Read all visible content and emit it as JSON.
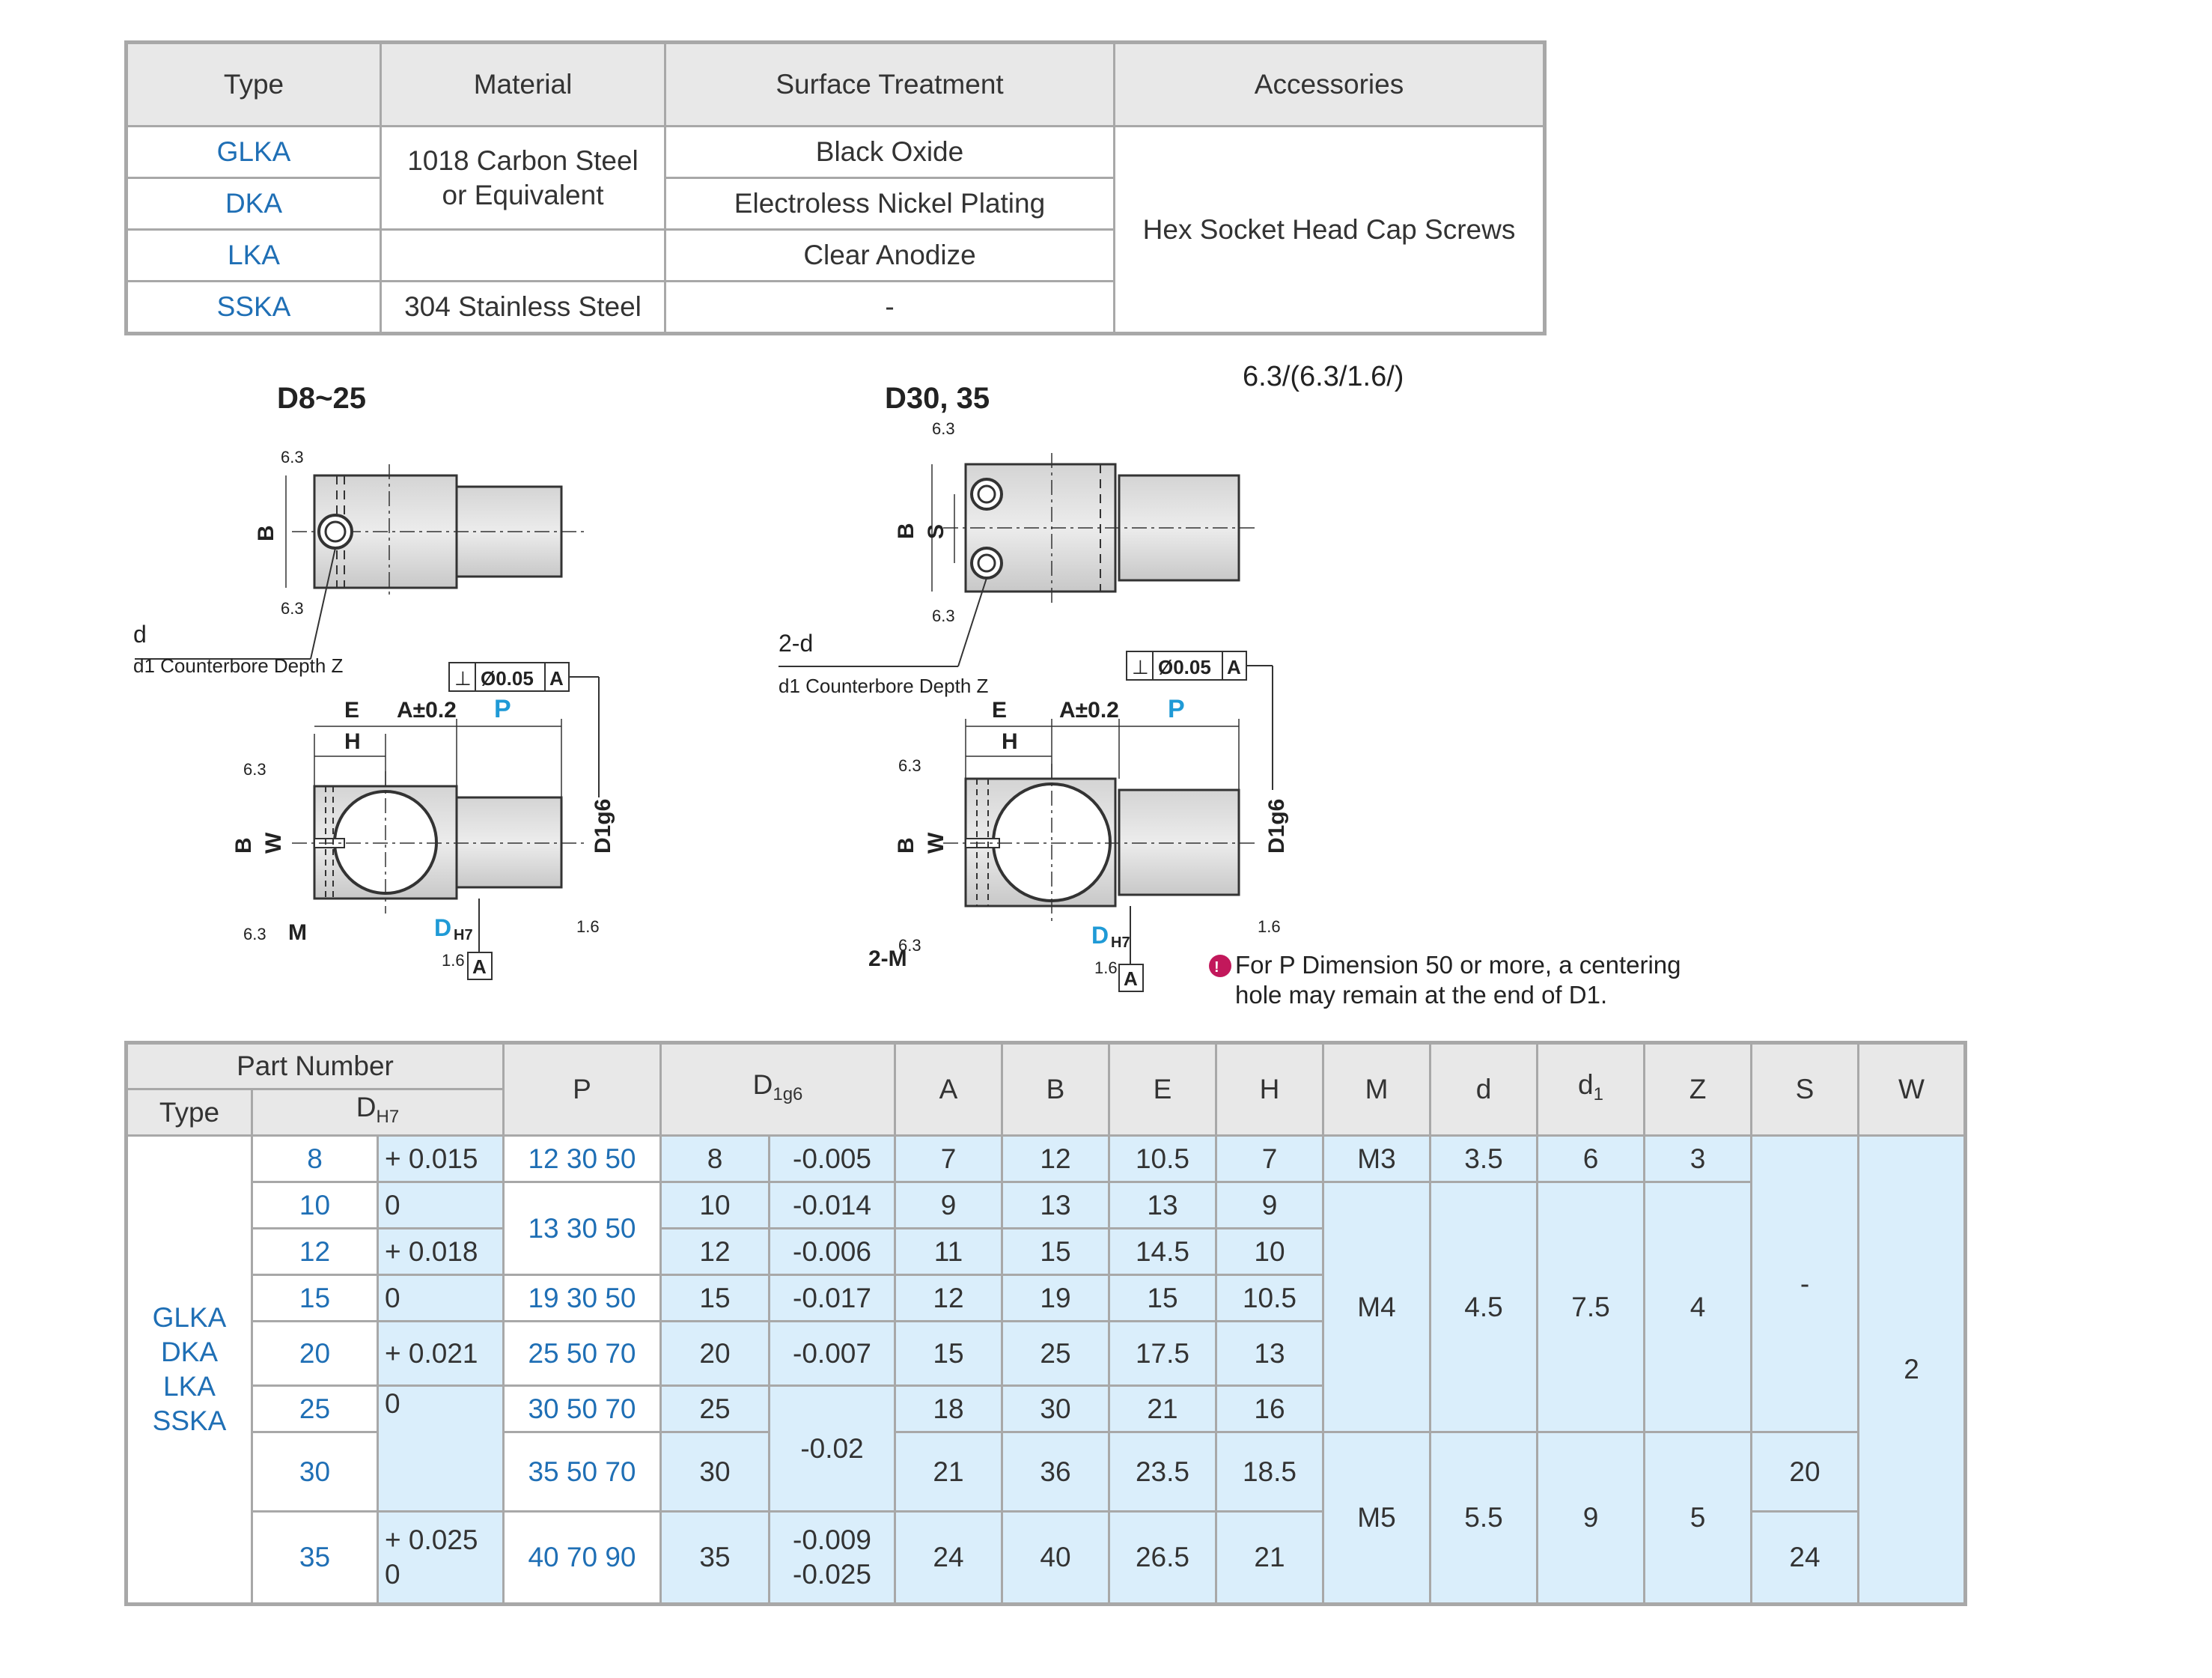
{
  "spec_table": {
    "headers": [
      "Type",
      "Material",
      "Surface Treatment",
      "Accessories"
    ],
    "rows": [
      {
        "type": "GLKA",
        "surface": "Black Oxide"
      },
      {
        "type": "DKA",
        "surface": "Electroless Nickel Plating"
      },
      {
        "type": "LKA",
        "surface": "Clear Anodize"
      },
      {
        "type": "SSKA",
        "surface": "-"
      }
    ],
    "material_carbon": "1018 Carbon Steel or Equivalent",
    "material_stainless": "304 Stainless Steel",
    "accessories": "Hex Socket Head Cap Screws"
  },
  "drawings": {
    "left_title": "D8~25",
    "right_title": "D30, 35",
    "roughness_symbol": "6.3/(6.3/1.6/)",
    "roughness_63": "6.3",
    "roughness_16": "1.6",
    "dim_B": "B",
    "dim_S": "S",
    "dim_W": "W",
    "dim_E": "E",
    "dim_H": "H",
    "dim_A": "A±0.2",
    "dim_P": "P",
    "dim_D1": "D1g6",
    "dim_D": "D",
    "dim_D_sub": "H7",
    "left_d": "d",
    "left_counterbore": "d1 Counterbore Depth Z",
    "right_d": "2-d",
    "right_counterbore": "d1 Counterbore Depth Z",
    "left_M": "M",
    "right_M": "2-M",
    "perp_tolerance": "Ø0.05",
    "datum": "A",
    "note_line1": "For P Dimension 50 or more, a centering",
    "note_line2": "hole may remain at the end of D1."
  },
  "dim_table": {
    "headers": {
      "part_number": "Part Number",
      "type": "Type",
      "dh7": "D",
      "dh7_sub": "H7",
      "p": "P",
      "d1g6": "D",
      "d1g6_sub": "1g6",
      "a": "A",
      "b": "B",
      "e": "E",
      "h": "H",
      "m": "M",
      "d": "d",
      "d1": "d",
      "d1_sub": "1",
      "z": "Z",
      "s": "S",
      "w": "W"
    },
    "types": [
      "GLKA",
      "DKA",
      "LKA",
      "SSKA"
    ],
    "rows": [
      {
        "D": "8",
        "A": "7",
        "B": "12",
        "E": "10.5",
        "H": "7"
      },
      {
        "D": "10",
        "A": "9",
        "B": "13",
        "E": "13",
        "H": "9"
      },
      {
        "D": "12",
        "A": "11",
        "B": "15",
        "E": "14.5",
        "H": "10"
      },
      {
        "D": "15",
        "A": "12",
        "B": "19",
        "E": "15",
        "H": "10.5"
      },
      {
        "D": "20",
        "A": "15",
        "B": "25",
        "E": "17.5",
        "H": "13"
      },
      {
        "D": "25",
        "A": "18",
        "B": "30",
        "E": "21",
        "H": "16"
      },
      {
        "D": "30",
        "A": "21",
        "B": "36",
        "E": "23.5",
        "H": "18.5"
      },
      {
        "D": "35",
        "A": "24",
        "B": "40",
        "E": "26.5",
        "H": "21"
      }
    ],
    "dtol": [
      "+ 0.015",
      "0",
      "+ 0.018",
      "0",
      "+ 0.021",
      "0",
      "+ 0.025",
      "0"
    ],
    "p": [
      "12 30 50",
      "13 30 50",
      "19 30 50",
      "25 50 70",
      "30 50 70",
      "35 50 70",
      "40 70 90"
    ],
    "d1": [
      "8",
      "10",
      "12",
      "15",
      "20",
      "25",
      "30",
      "35"
    ],
    "d1tol": [
      "-0.005",
      "-0.014",
      "-0.006",
      "-0.017",
      "-0.007",
      "-0.02",
      "-0.009",
      "-0.025"
    ],
    "m": [
      "M3",
      "M4",
      "M5"
    ],
    "d": [
      "3.5",
      "4.5",
      "5.5"
    ],
    "d1col": [
      "6",
      "7.5",
      "9"
    ],
    "z": [
      "3",
      "4",
      "5"
    ],
    "s": [
      "-",
      "20",
      "24"
    ],
    "w": "2"
  }
}
